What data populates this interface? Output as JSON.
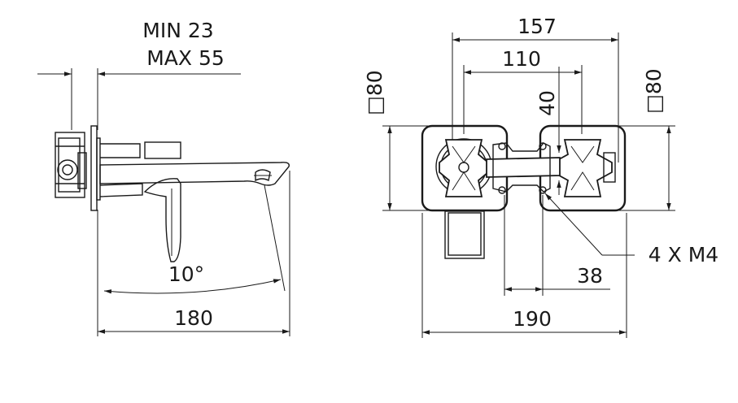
{
  "side_view": {
    "depth_min": "MIN 23",
    "depth_max": "MAX  55",
    "angle": "10°",
    "length": "180"
  },
  "front_view": {
    "width_total": "157",
    "width_centers": "110",
    "height_spout": "40",
    "square_left": "□80",
    "square_right": "□80",
    "screw_spacing": "38",
    "base_width": "190",
    "screws": "4 X M4"
  }
}
